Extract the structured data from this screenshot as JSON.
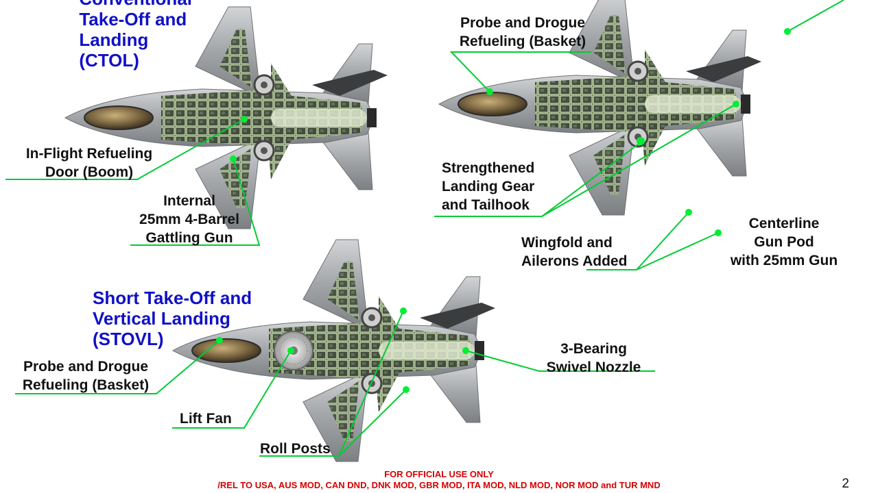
{
  "titles": {
    "ctol": [
      "Conventional",
      "Take-Off and",
      "Landing",
      "(CTOL)"
    ],
    "stovl": [
      "Short Take-Off and",
      "Vertical Landing",
      "(STOVL)"
    ]
  },
  "callouts": {
    "inflight_refueling": [
      "In-Flight Refueling",
      "Door (Boom)"
    ],
    "internal_gun": [
      "Internal",
      "25mm 4-Barrel",
      "Gattling Gun"
    ],
    "probe_drogue_top": [
      "Probe and Drogue",
      "Refueling (Basket)"
    ],
    "landing_gear": [
      "Strengthened",
      "Landing Gear",
      "and Tailhook"
    ],
    "centerline_gun": [
      "Centerline",
      "Gun Pod",
      "with 25mm Gun"
    ],
    "wingfold": [
      "Wingfold and",
      "Ailerons Added"
    ],
    "probe_drogue_bottom": [
      "Probe and Drogue",
      "Refueling (Basket)"
    ],
    "swivel_nozzle": [
      "3-Bearing",
      "Swivel Nozzle"
    ],
    "lift_fan": [
      "Lift Fan"
    ],
    "roll_posts": [
      "Roll Posts"
    ]
  },
  "footer": {
    "line1": "FOR OFFICIAL USE ONLY",
    "line2": "/REL TO USA, AUS MOD, CAN DND, DNK MOD, GBR MOD, ITA MOD, NLD MOD, NOR MOD and TUR MND"
  },
  "page_number": "2",
  "colors": {
    "title": "#1010c8",
    "leader": "#00cc33",
    "airframe": "#a7aaad",
    "internals": "#c8e6a8",
    "footer": "#d40000"
  }
}
